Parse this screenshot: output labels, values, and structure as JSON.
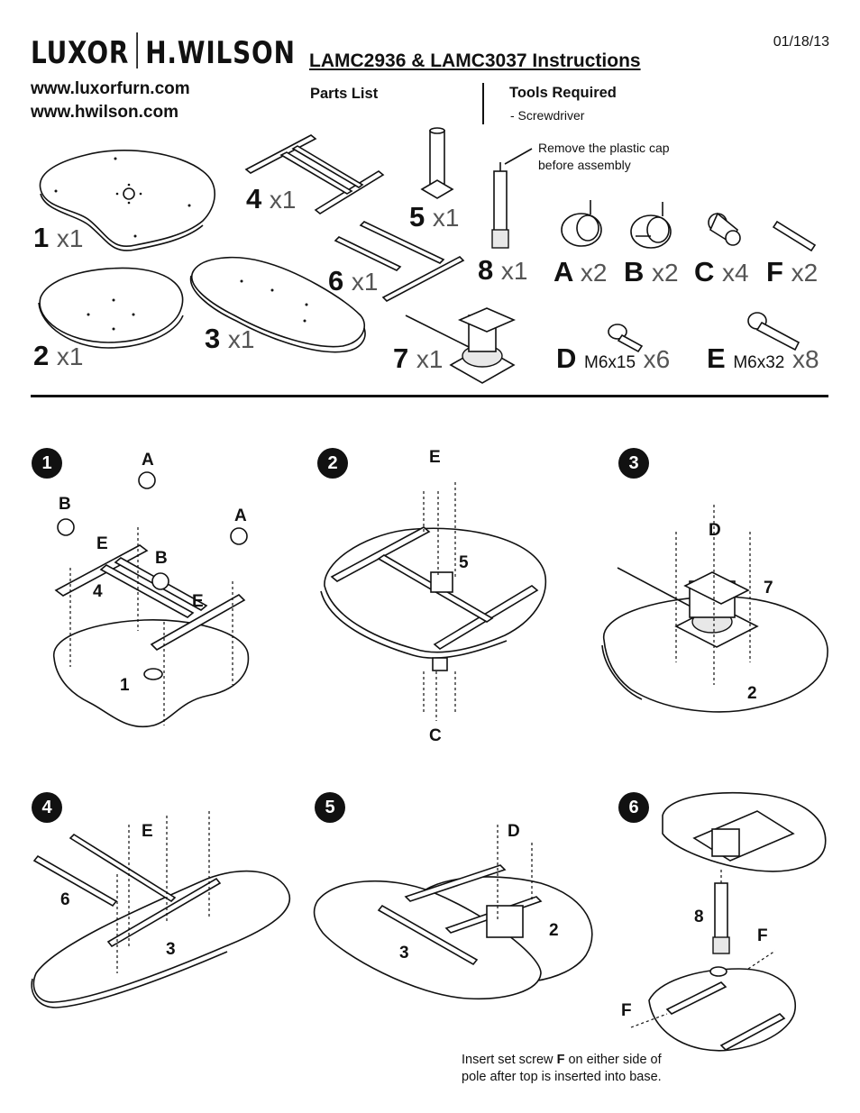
{
  "header": {
    "brand_left": "LUXOR",
    "brand_right": "H.WILSON",
    "url1": "www.luxorfurn.com",
    "url2": "www.hwilson.com",
    "date": "01/18/13",
    "title": "LAMC2936 & LAMC3037 Instructions",
    "parts_heading": "Parts List",
    "tools_heading": "Tools Required",
    "tools": [
      "-  Screwdriver"
    ],
    "cap_note_line1": "Remove the plastic cap",
    "cap_note_line2": "before assembly"
  },
  "parts": [
    {
      "id": "1",
      "qty": "x1"
    },
    {
      "id": "2",
      "qty": "x1"
    },
    {
      "id": "3",
      "qty": "x1"
    },
    {
      "id": "4",
      "qty": "x1"
    },
    {
      "id": "5",
      "qty": "x1"
    },
    {
      "id": "6",
      "qty": "x1"
    },
    {
      "id": "7",
      "qty": "x1"
    },
    {
      "id": "8",
      "qty": "x1"
    },
    {
      "id": "A",
      "qty": "x2"
    },
    {
      "id": "B",
      "qty": "x2"
    },
    {
      "id": "C",
      "qty": "x4"
    },
    {
      "id": "F",
      "qty": "x2"
    },
    {
      "id": "D",
      "spec": "M6x15",
      "qty": "x6"
    },
    {
      "id": "E",
      "spec": "M6x32",
      "qty": "x8"
    }
  ],
  "steps": [
    {
      "number": "1",
      "labels": [
        "A",
        "B",
        "A",
        "E",
        "B",
        "4",
        "E",
        "1"
      ]
    },
    {
      "number": "2",
      "labels": [
        "E",
        "5",
        "C"
      ]
    },
    {
      "number": "3",
      "labels": [
        "D",
        "7",
        "2"
      ]
    },
    {
      "number": "4",
      "labels": [
        "E",
        "6",
        "3"
      ]
    },
    {
      "number": "5",
      "labels": [
        "D",
        "2",
        "3"
      ]
    },
    {
      "number": "6",
      "labels": [
        "8",
        "F",
        "F"
      ]
    }
  ],
  "footnote": {
    "line1_pre": "Insert set screw ",
    "line1_bold": "F",
    "line1_post": " on either side of",
    "line2": "pole after top is inserted into base."
  }
}
